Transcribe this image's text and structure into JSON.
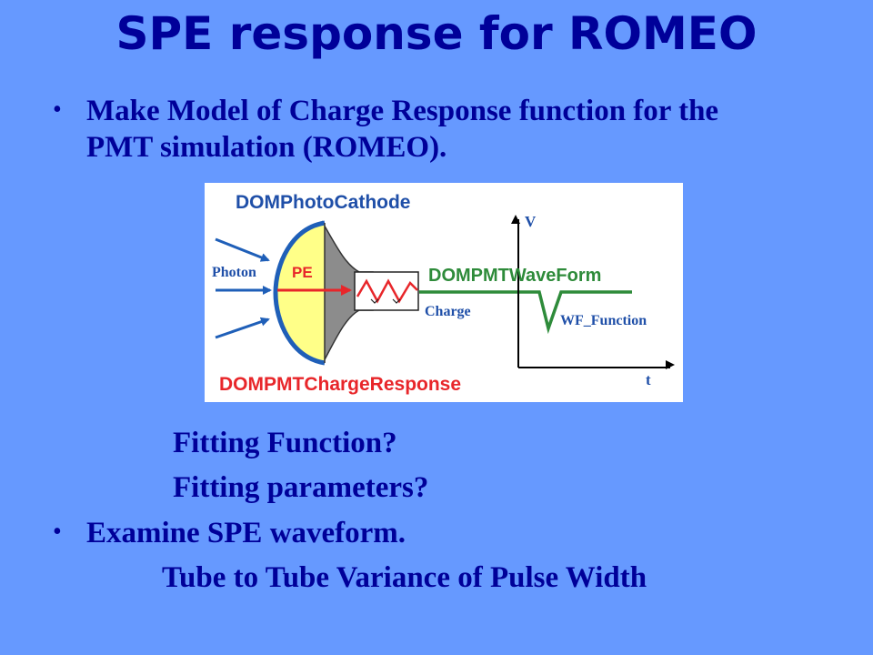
{
  "slide": {
    "title": "SPE response for ROMEO",
    "bullet1": {
      "line1": "Make Model of Charge Response function for the",
      "line2": "PMT simulation  (ROMEO)."
    },
    "sub_lines": [
      "Fitting Function?",
      "Fitting parameters?"
    ],
    "bullet2": "Examine SPE waveform.",
    "bullet2_sub": "Tube to Tube Variance of Pulse Width",
    "bullet_glyph": "•"
  },
  "diagram": {
    "label_photocathode": "DOMPhotoCathode",
    "label_photon": "Photon",
    "label_pe": "PE",
    "label_waveform": "DOMPMTWaveForm",
    "label_charge": "Charge",
    "label_wf_function": "WF_Function",
    "label_charge_response": "DOMPMTChargeResponse",
    "axis_v": "V",
    "axis_t": "t",
    "colors": {
      "blue_label": "#1f4fa8",
      "red": "#e8262a",
      "green": "#2e8b3a",
      "cathode_fill": "#ffff88",
      "tube_grey": "#8c8c8c",
      "blue_outline": "#1f5fb8"
    }
  }
}
